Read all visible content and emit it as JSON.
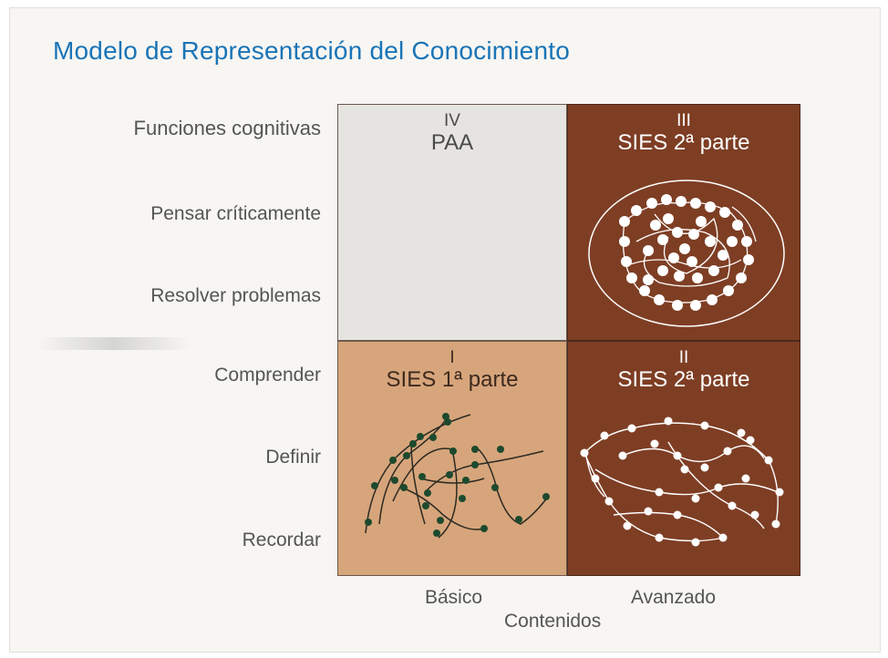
{
  "title": "Modelo de Representación del Conocimiento",
  "y_levels": [
    "Funciones cognitivas",
    "Pensar críticamente",
    "Resolver problemas",
    "Comprender",
    "Definir",
    "Recordar"
  ],
  "quadrants": {
    "iv": {
      "number": "IV",
      "label": "PAA"
    },
    "iii": {
      "number": "III",
      "label": "SIES 2ª parte"
    },
    "i": {
      "number": "I",
      "label": "SIES 1ª parte"
    },
    "ii": {
      "number": "II",
      "label": "SIES 2ª parte"
    }
  },
  "x_levels": [
    "Básico",
    "Avanzado"
  ],
  "x_axis_title": "Contenidos",
  "colors": {
    "title": "#1a74b6",
    "dark_brown": "#7e3e24",
    "tan": "#d7a57b",
    "light_gray": "#e6e4e1"
  }
}
